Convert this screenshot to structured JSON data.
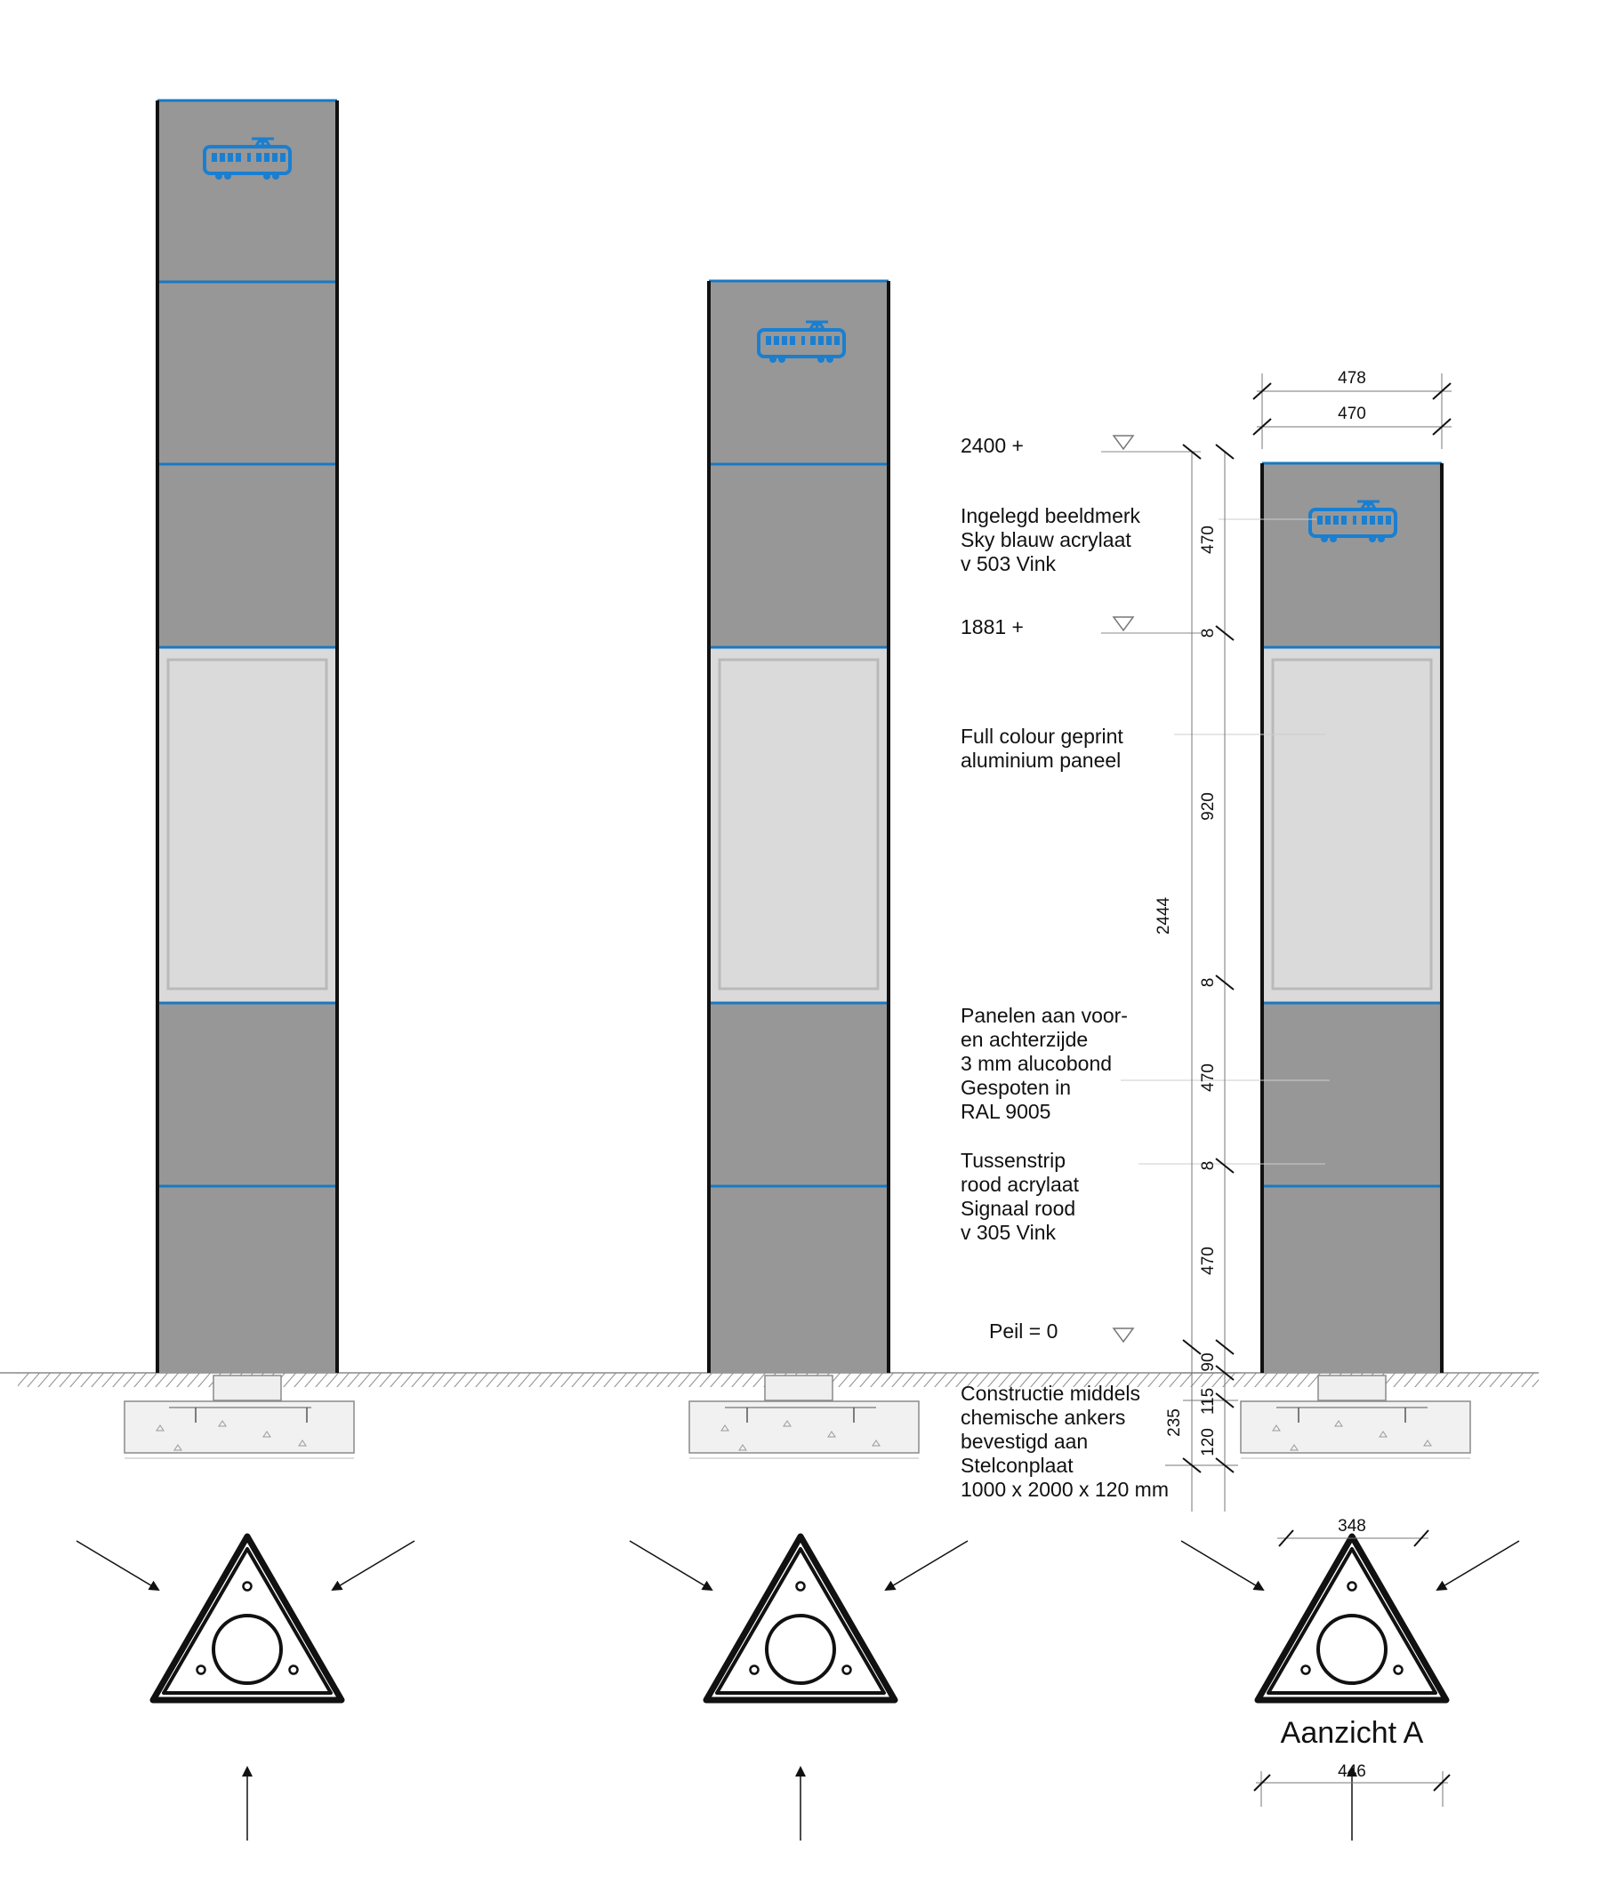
{
  "colors": {
    "panel": "#979797",
    "print_panel": "#dadada",
    "accent_strip": "#1a78c2",
    "logo": "#1a7fd0",
    "outline": "#111111",
    "ground_hatch": "#9a9a9a"
  },
  "icons": {
    "logo": "tram-icon",
    "level_marker": "triangle-level-marker-icon",
    "view_arrow": "view-direction-arrow-icon"
  },
  "levels": {
    "top": "2400 +",
    "panel_top": "1881 +",
    "ground": "Peil = 0"
  },
  "notes": {
    "logo_lines": [
      "Ingelegd beeldmerk",
      "Sky blauw acrylaat",
      "v 503 Vink"
    ],
    "print_panel_lines": [
      "Full colour geprint",
      "aluminium paneel"
    ],
    "panels_lines": [
      "Panelen aan voor-",
      "en achterzijde",
      "3 mm alucobond",
      "Gespoten in",
      "RAL 9005"
    ],
    "strip_lines": [
      "Tussenstrip",
      "rood acrylaat",
      "Signaal rood",
      "v 305 Vink"
    ],
    "foundation_lines": [
      "Constructie middels",
      "chemische ankers",
      "bevestigd aan",
      "Stelconplaat",
      "1000 x 2000 x 120 mm"
    ]
  },
  "dimensions": {
    "total_width": "478",
    "panel_width": "470",
    "segments_vertical": [
      "470",
      "8",
      "920",
      "8",
      "470",
      "8",
      "470"
    ],
    "overall_height": "2444",
    "foundation_vertical": [
      "90",
      "115",
      "120"
    ],
    "foundation_total": "235",
    "plan_side": "348",
    "plan_width": "446"
  },
  "view_label": "Aanzicht A"
}
